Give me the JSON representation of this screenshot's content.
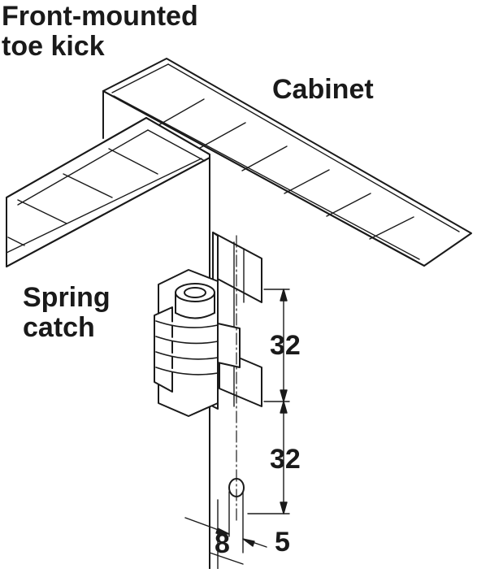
{
  "labels": {
    "toe_kick": [
      "Front-mounted",
      "toe kick"
    ],
    "cabinet": "Cabinet",
    "spring_catch": [
      "Spring",
      "catch"
    ]
  },
  "dimensions": {
    "spacing_upper": "32",
    "spacing_lower": "32",
    "hole_diameter": "8",
    "edge_offset": "5"
  },
  "colors": {
    "line": "#1a1a1a",
    "background": "#ffffff"
  }
}
